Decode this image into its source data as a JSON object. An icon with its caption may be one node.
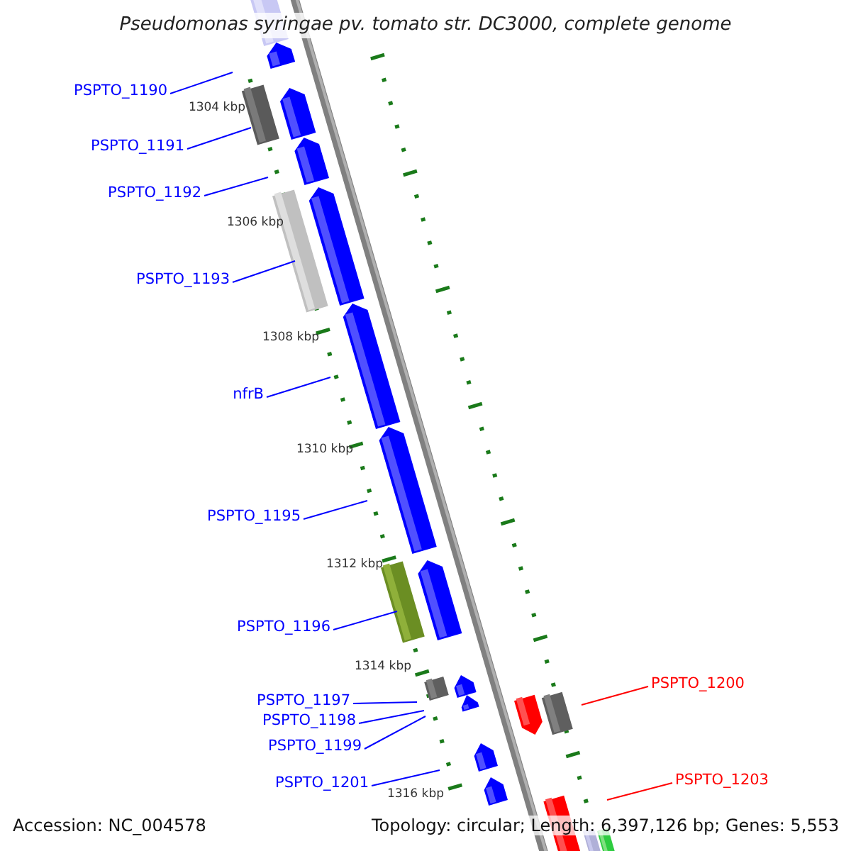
{
  "diagram": {
    "title": "Pseudomonas syringae pv. tomato str. DC3000, complete genome",
    "nodes": [
      {
        "text": [
          "PSPTO_1190"
        ]
      },
      {
        "text": [
          "PSPTO_1191"
        ]
      },
      {
        "text": [
          "PSPTO_1192"
        ]
      },
      {
        "text": [
          "PSPTO_1193"
        ]
      },
      {
        "text": [
          "nfrB"
        ]
      },
      {
        "text": [
          "PSPTO_1195"
        ]
      },
      {
        "text": [
          "PSPTO_1196"
        ]
      },
      {
        "text": [
          "PSPTO_1200"
        ]
      },
      {
        "text": [
          "PSPTO_1197"
        ]
      },
      {
        "text": [
          "PSPTO_1198"
        ]
      },
      {
        "text": [
          "PSPTO_1199"
        ]
      },
      {
        "text": [
          "PSPTO_1201"
        ]
      },
      {
        "text": [
          "PSPTO_1203"
        ]
      }
    ],
    "edges": [
      {
        "from": 0,
        "to": null,
        "arrow": "none"
      },
      {
        "from": 1,
        "to": null,
        "arrow": "none"
      },
      {
        "from": 2,
        "to": null,
        "arrow": "none"
      },
      {
        "from": 3,
        "to": null,
        "arrow": "none"
      },
      {
        "from": 4,
        "to": null,
        "arrow": "none"
      },
      {
        "from": 5,
        "to": null,
        "arrow": "none"
      },
      {
        "from": 6,
        "to": null,
        "arrow": "none"
      },
      {
        "from": 7,
        "to": null,
        "arrow": "none",
        "color": "#ff0000"
      },
      {
        "from": 8,
        "to": null,
        "arrow": "none"
      },
      {
        "from": 9,
        "to": null,
        "arrow": "none"
      },
      {
        "from": 10,
        "to": null,
        "arrow": "none"
      },
      {
        "from": 11,
        "to": null,
        "arrow": "none"
      },
      {
        "from": 12,
        "to": null,
        "arrow": "none",
        "color": "#ff0000"
      }
    ],
    "labels": [
      "1304 kbp",
      "1306 kbp",
      "1308 kbp",
      "1310 kbp",
      "1312 kbp",
      "1314 kbp",
      "1316 kbp",
      "Accession: NC_004578",
      "Topology: circular; Length: 6,397,126 bp; Genes: 5,553"
    ]
  }
}
